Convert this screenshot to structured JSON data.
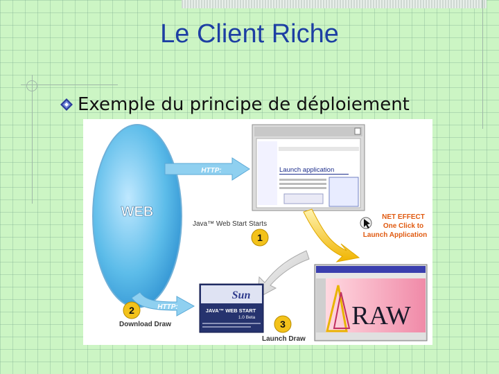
{
  "slide": {
    "title": "Le Client Riche",
    "bullet": "Exemple du principe de déploiement"
  },
  "diagram": {
    "web_label": "WEB",
    "http_top": "HTTP:",
    "http_bottom": "HTTP:",
    "browser_launch": "Launch application",
    "java_start": "Java™ Web Start Starts",
    "step1": "1",
    "step2": "2",
    "step3": "3",
    "download_draw": "Download Draw",
    "launch_draw": "Launch Draw",
    "net_effect_1": "NET EFFECT",
    "net_effect_2": "One Click to",
    "net_effect_3": "Launch Application",
    "sun_logo": "Sun",
    "splash_title": "JAVA™ WEB START",
    "splash_version": "1.0 Beta",
    "draw_logo": "RAW"
  },
  "colors": {
    "title": "#1d3fa3",
    "web_blue": "#55b8e8",
    "net_effect": "#e05a10",
    "arrow_yellow": "#f3c21a"
  }
}
